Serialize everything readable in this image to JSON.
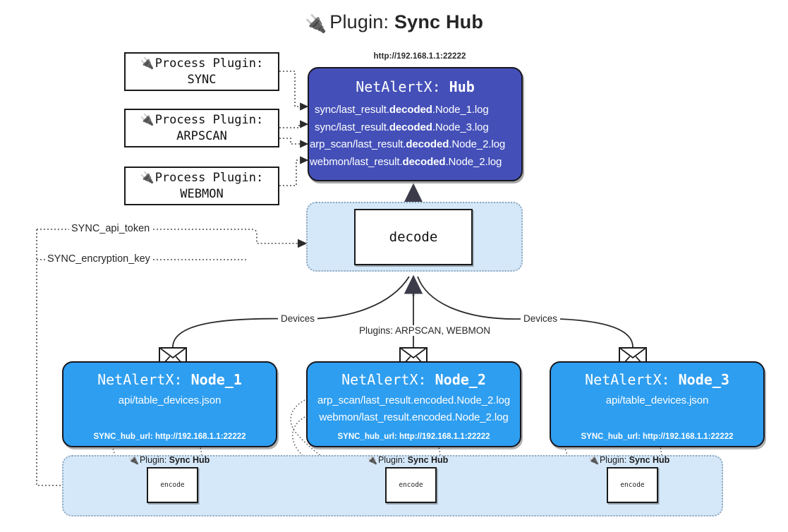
{
  "title": {
    "plug_icon": "plug-icon",
    "prefix": "Plugin:",
    "name": "Sync Hub"
  },
  "process_plugins": [
    {
      "line1": "Process Plugin:",
      "line2": "SYNC",
      "icon": "plug-icon"
    },
    {
      "line1": "Process Plugin:",
      "line2": "ARPSCAN",
      "icon": "plug-icon"
    },
    {
      "line1": "Process Plugin:",
      "line2": "WEBMON",
      "icon": "plug-icon"
    }
  ],
  "hub": {
    "url": "http://192.168.1.1:22222",
    "title_prefix": "NetAlertX:",
    "title_name": "Hub",
    "logs": [
      {
        "pre": "sync/last_result.",
        "mid": "decoded",
        "post": ".Node_1.log"
      },
      {
        "pre": "sync/last_result.",
        "mid": "decoded",
        "post": ".Node_3.log"
      },
      {
        "pre": "arp_scan/last_result.",
        "mid": "decoded",
        "post": ".Node_2.log"
      },
      {
        "pre": "webmon/last_result.",
        "mid": "decoded",
        "post": ".Node_2.log"
      }
    ]
  },
  "decode": {
    "label": "decode"
  },
  "tokens": [
    {
      "label": "SYNC_api_token"
    },
    {
      "label": "SYNC_encryption_key"
    }
  ],
  "edge_labels": {
    "devices_left": "Devices",
    "plugins_middle": "Plugins: ARPSCAN, WEBMON",
    "devices_right": "Devices"
  },
  "nodes": [
    {
      "title_prefix": "NetAlertX:",
      "title_name": "Node_1",
      "lines": [
        "api/table_devices.json"
      ],
      "hub_url": "SYNC_hub_url: http://192.168.1.1:22222",
      "envelope_icon": "envelope-icon"
    },
    {
      "title_prefix": "NetAlertX:",
      "title_name": "Node_2",
      "lines": [
        "arp_scan/last_result.encoded.Node_2.log",
        "webmon/last_result.encoded.Node_2.log"
      ],
      "hub_url": "SYNC_hub_url: http://192.168.1.1:22222",
      "envelope_icon": "envelope-icon"
    },
    {
      "title_prefix": "NetAlertX:",
      "title_name": "Node_3",
      "lines": [
        "api/table_devices.json"
      ],
      "hub_url": "SYNC_hub_url: http://192.168.1.1:22222",
      "envelope_icon": "envelope-icon"
    }
  ],
  "encoders": [
    {
      "plugin_prefix": "Plugin:",
      "plugin_name": "Sync Hub",
      "box_label": "encode",
      "icon": "plug-icon"
    },
    {
      "plugin_prefix": "Plugin:",
      "plugin_name": "Sync Hub",
      "box_label": "encode",
      "icon": "plug-icon"
    },
    {
      "plugin_prefix": "Plugin:",
      "plugin_name": "Sync Hub",
      "box_label": "encode",
      "icon": "plug-icon"
    }
  ],
  "colors": {
    "hub_fill": "#4450b8",
    "node_fill": "#2e9ef0",
    "panel_fill": "#d5e8fa",
    "stroke": "#1a1a1a",
    "dotted_stroke": "#8fa7bb",
    "background": "#ffffff"
  }
}
